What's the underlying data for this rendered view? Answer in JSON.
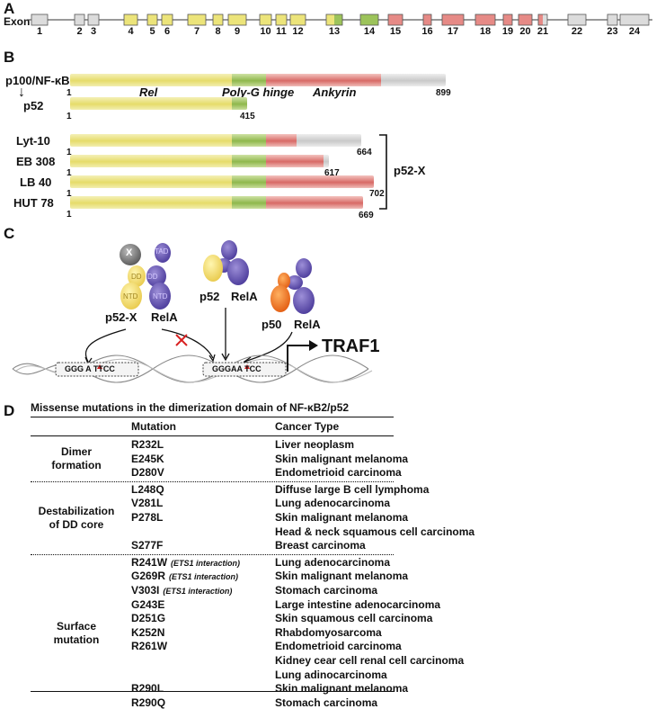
{
  "panelA": {
    "letter": "A",
    "axis_label": "Exon",
    "exons": [
      {
        "n": "1",
        "type": "gry"
      },
      {
        "n": "2",
        "type": "gry"
      },
      {
        "n": "3",
        "type": "gry"
      },
      {
        "n": "4",
        "type": "yel"
      },
      {
        "n": "5",
        "type": "yel"
      },
      {
        "n": "6",
        "type": "yel"
      },
      {
        "n": "7",
        "type": "yel"
      },
      {
        "n": "8",
        "type": "yel"
      },
      {
        "n": "9",
        "type": "yel"
      },
      {
        "n": "10",
        "type": "yel"
      },
      {
        "n": "11",
        "type": "yel"
      },
      {
        "n": "12",
        "type": "yel"
      },
      {
        "n": "13",
        "type": "yelgrn"
      },
      {
        "n": "14",
        "type": "grn"
      },
      {
        "n": "15",
        "type": "red"
      },
      {
        "n": "16",
        "type": "red"
      },
      {
        "n": "17",
        "type": "red"
      },
      {
        "n": "18",
        "type": "red"
      },
      {
        "n": "19",
        "type": "red"
      },
      {
        "n": "20",
        "type": "red"
      },
      {
        "n": "21",
        "type": "redgry"
      },
      {
        "n": "22",
        "type": "gry"
      },
      {
        "n": "23",
        "type": "gry"
      },
      {
        "n": "24",
        "type": "gry"
      }
    ]
  },
  "panelB": {
    "letter": "B",
    "p100_label": "p100/NF-κB2",
    "p52_label": "p52",
    "domain_rel": "Rel",
    "domain_polyg": "Poly-G hinge",
    "domain_ankyrin": "Ankyrin",
    "start": "1",
    "p100_end": "899",
    "p52_end": "415",
    "variants": [
      {
        "name": "Lyt-10",
        "end": "664"
      },
      {
        "name": "EB 308",
        "end": "617"
      },
      {
        "name": "LB 40",
        "end": "702"
      },
      {
        "name": "HUT 78",
        "end": "669"
      }
    ],
    "group_label": "p52-X"
  },
  "panelC": {
    "letter": "C",
    "x_label": "X",
    "tad": "TAD",
    "dd1": "DD",
    "dd2": "DD",
    "ntd1": "NTD",
    "ntd2": "NTD",
    "complex1_a": "p52-X",
    "complex1_b": "RelA",
    "complex2_a": "p52",
    "complex2_b": "RelA",
    "complex3_a": "p50",
    "complex3_b": "RelA",
    "site1": "GGG  A   TTCC",
    "site2": "GGGAA  TCC",
    "gene": "TRAF1"
  },
  "panelD": {
    "letter": "D",
    "title": "Missense mutations in the dimerization domain of NF-κB2/p52",
    "col_mutation": "Mutation",
    "col_cancer": "Cancer Type",
    "groups": [
      {
        "label1": "Dimer",
        "label2": "formation",
        "rows": [
          {
            "m": "R232L",
            "note": "",
            "c": "Liver neoplasm"
          },
          {
            "m": "E245K",
            "note": "",
            "c": "Skin malignant melanoma"
          },
          {
            "m": "D280V",
            "note": "",
            "c": "Endometrioid carcinoma"
          }
        ]
      },
      {
        "label1": "Destabilization",
        "label2": "of DD core",
        "rows": [
          {
            "m": "L248Q",
            "note": "",
            "c": "Diffuse large B cell lymphoma"
          },
          {
            "m": "V281L",
            "note": "",
            "c": "Lung adenocarcinoma"
          },
          {
            "m": "P278L",
            "note": "",
            "c": "Skin malignant melanoma"
          },
          {
            "m": "",
            "note": "",
            "c": "Head & neck squamous cell carcinoma"
          },
          {
            "m": "S277F",
            "note": "",
            "c": "Breast carcinoma"
          }
        ]
      },
      {
        "label1": "Surface",
        "label2": "mutation",
        "rows": [
          {
            "m": "R241W",
            "note": "(ETS1 interaction)",
            "c": "Lung adenocarcinoma"
          },
          {
            "m": "G269R",
            "note": "(ETS1 interaction)",
            "c": "Skin malignant melanoma"
          },
          {
            "m": "V303I",
            "note": "(ETS1 interaction)",
            "c": "Stomach carcinoma"
          },
          {
            "m": "G243E",
            "note": "",
            "c": "Large intestine adenocarcinoma"
          },
          {
            "m": "D251G",
            "note": "",
            "c": "Skin squamous cell carcinoma"
          },
          {
            "m": "K252N",
            "note": "",
            "c": "Rhabdomyosarcoma"
          },
          {
            "m": "R261W",
            "note": "",
            "c": "Endometrioid carcinoma"
          },
          {
            "m": "",
            "note": "",
            "c": "Kidney cear cell renal cell carcinoma"
          },
          {
            "m": "",
            "note": "",
            "c": "Lung adinocarcinoma"
          },
          {
            "m": "R290L",
            "note": "",
            "c": "Skin malignant melanoma"
          },
          {
            "m": "R290Q",
            "note": "",
            "c": "Stomach carcinoma"
          }
        ]
      }
    ]
  }
}
